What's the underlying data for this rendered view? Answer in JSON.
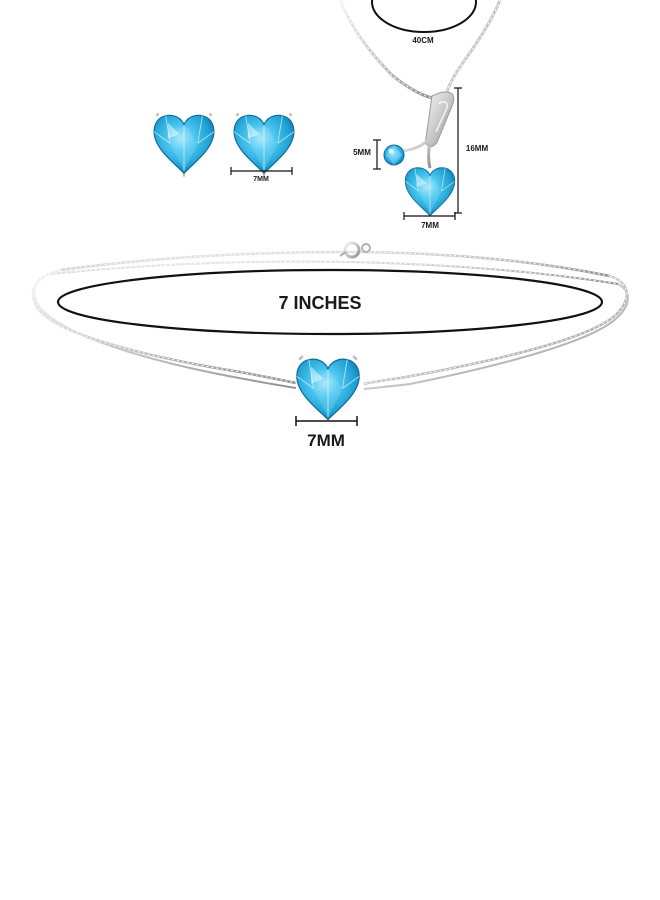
{
  "product_image": {
    "background_color": "#ffffff",
    "gem_color": "#2fb6e6",
    "metal_color": "#c9c9c9",
    "labels": {
      "necklace_length": "40CM",
      "pendant_small_stone": "5MM",
      "pendant_height": "16MM",
      "pendant_heart_width": "7MM",
      "earring_width": "7MM",
      "bracelet_length": "7 INCHES",
      "bracelet_heart_width": "7MM"
    }
  }
}
